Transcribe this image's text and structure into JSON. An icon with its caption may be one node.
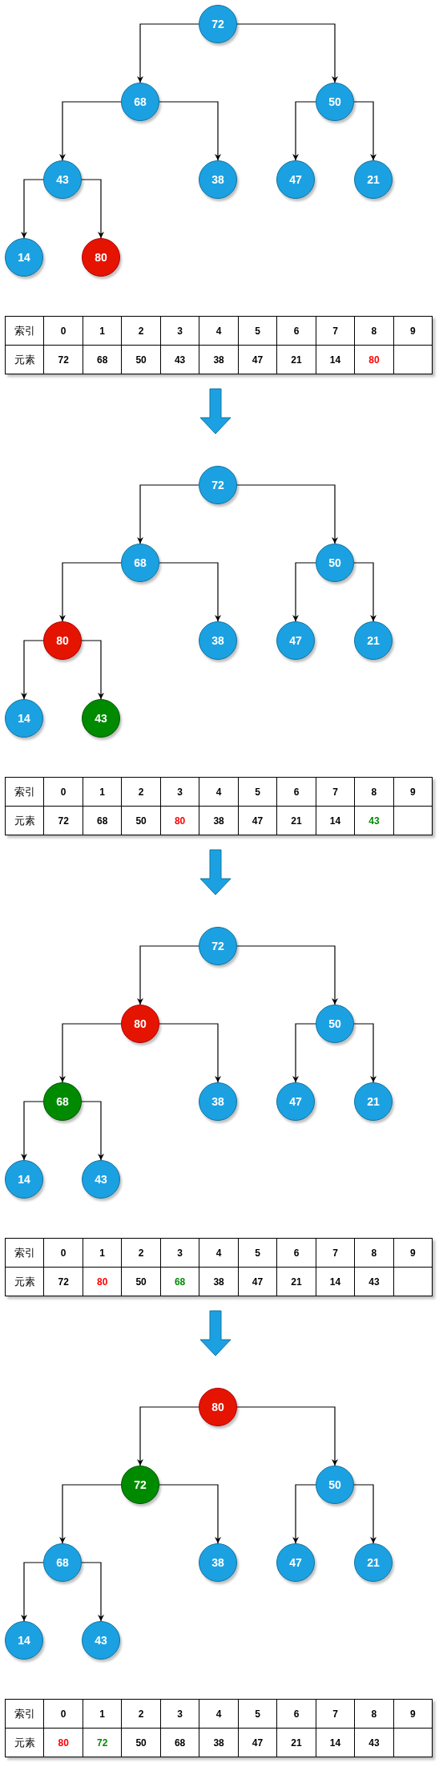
{
  "diagram": {
    "nodes": [
      {
        "text": [
          "72"
        ]
      },
      {
        "text": [
          "68"
        ]
      },
      {
        "text": [
          "50"
        ]
      },
      {
        "text": [
          "43"
        ]
      },
      {
        "text": [
          "38"
        ]
      },
      {
        "text": [
          "47"
        ]
      },
      {
        "text": [
          "21"
        ]
      },
      {
        "text": [
          "14"
        ]
      },
      {
        "text": [
          "80"
        ]
      },
      {
        "text": [
          "72"
        ]
      },
      {
        "text": [
          "68"
        ]
      },
      {
        "text": [
          "50"
        ]
      },
      {
        "text": [
          "80"
        ]
      },
      {
        "text": [
          "38"
        ]
      },
      {
        "text": [
          "47"
        ]
      },
      {
        "text": [
          "21"
        ]
      },
      {
        "text": [
          "14"
        ]
      },
      {
        "text": [
          "43"
        ]
      },
      {
        "text": [
          "72"
        ]
      },
      {
        "text": [
          "80"
        ]
      },
      {
        "text": [
          "50"
        ]
      },
      {
        "text": [
          "68"
        ]
      },
      {
        "text": [
          "38"
        ]
      },
      {
        "text": [
          "47"
        ]
      },
      {
        "text": [
          "21"
        ]
      },
      {
        "text": [
          "14"
        ]
      },
      {
        "text": [
          "43"
        ]
      },
      {
        "text": [
          "80"
        ]
      },
      {
        "text": [
          "72"
        ]
      },
      {
        "text": [
          "50"
        ]
      },
      {
        "text": [
          "68"
        ]
      },
      {
        "text": [
          "38"
        ]
      },
      {
        "text": [
          "47"
        ]
      },
      {
        "text": [
          "21"
        ]
      },
      {
        "text": [
          "14"
        ]
      },
      {
        "text": [
          "43"
        ]
      }
    ],
    "edges": [
      {
        "from": 0,
        "to": 1,
        "arrow": "to"
      },
      {
        "from": 0,
        "to": 2,
        "arrow": "to"
      },
      {
        "from": 1,
        "to": 3,
        "arrow": "to"
      },
      {
        "from": 1,
        "to": 4,
        "arrow": "to"
      },
      {
        "from": 2,
        "to": 5,
        "arrow": "to"
      },
      {
        "from": 2,
        "to": 6,
        "arrow": "to"
      },
      {
        "from": 3,
        "to": 7,
        "arrow": "to"
      },
      {
        "from": 3,
        "to": 8,
        "arrow": "to"
      },
      {
        "from": 9,
        "to": 10,
        "arrow": "to"
      },
      {
        "from": 9,
        "to": 11,
        "arrow": "to"
      },
      {
        "from": 10,
        "to": 12,
        "arrow": "to"
      },
      {
        "from": 10,
        "to": 13,
        "arrow": "to"
      },
      {
        "from": 11,
        "to": 14,
        "arrow": "to"
      },
      {
        "from": 11,
        "to": 15,
        "arrow": "to"
      },
      {
        "from": 12,
        "to": 16,
        "arrow": "to"
      },
      {
        "from": 12,
        "to": 17,
        "arrow": "to"
      },
      {
        "from": 18,
        "to": 19,
        "arrow": "to"
      },
      {
        "from": 18,
        "to": 20,
        "arrow": "to"
      },
      {
        "from": 19,
        "to": 21,
        "arrow": "to"
      },
      {
        "from": 19,
        "to": 22,
        "arrow": "to"
      },
      {
        "from": 20,
        "to": 23,
        "arrow": "to"
      },
      {
        "from": 20,
        "to": 24,
        "arrow": "to"
      },
      {
        "from": 21,
        "to": 25,
        "arrow": "to"
      },
      {
        "from": 21,
        "to": 26,
        "arrow": "to"
      },
      {
        "from": 27,
        "to": 28,
        "arrow": "to"
      },
      {
        "from": 27,
        "to": 29,
        "arrow": "to"
      },
      {
        "from": 28,
        "to": 30,
        "arrow": "to"
      },
      {
        "from": 28,
        "to": 31,
        "arrow": "to"
      },
      {
        "from": 29,
        "to": 32,
        "arrow": "to"
      },
      {
        "from": 29,
        "to": 33,
        "arrow": "to"
      },
      {
        "from": 30,
        "to": 34,
        "arrow": "to"
      },
      {
        "from": 30,
        "to": 35,
        "arrow": "to"
      }
    ],
    "labels": [
      "索引",
      "0",
      "1",
      "2",
      "3",
      "4",
      "5",
      "6",
      "7",
      "8",
      "9",
      "元素",
      "72",
      "68",
      "50",
      "43",
      "38",
      "47",
      "21",
      "14",
      "80",
      "索引",
      "0",
      "1",
      "2",
      "3",
      "4",
      "5",
      "6",
      "7",
      "8",
      "9",
      "元素",
      "72",
      "68",
      "50",
      "80",
      "38",
      "47",
      "21",
      "14",
      "43",
      "索引",
      "0",
      "1",
      "2",
      "3",
      "4",
      "5",
      "6",
      "7",
      "8",
      "9",
      "元素",
      "72",
      "80",
      "50",
      "68",
      "38",
      "47",
      "21",
      "14",
      "43",
      "索引",
      "0",
      "1",
      "2",
      "3",
      "4",
      "5",
      "6",
      "7",
      "8",
      "9",
      "元素",
      "80",
      "72",
      "50",
      "68",
      "38",
      "47",
      "21",
      "14",
      "43"
    ]
  }
}
